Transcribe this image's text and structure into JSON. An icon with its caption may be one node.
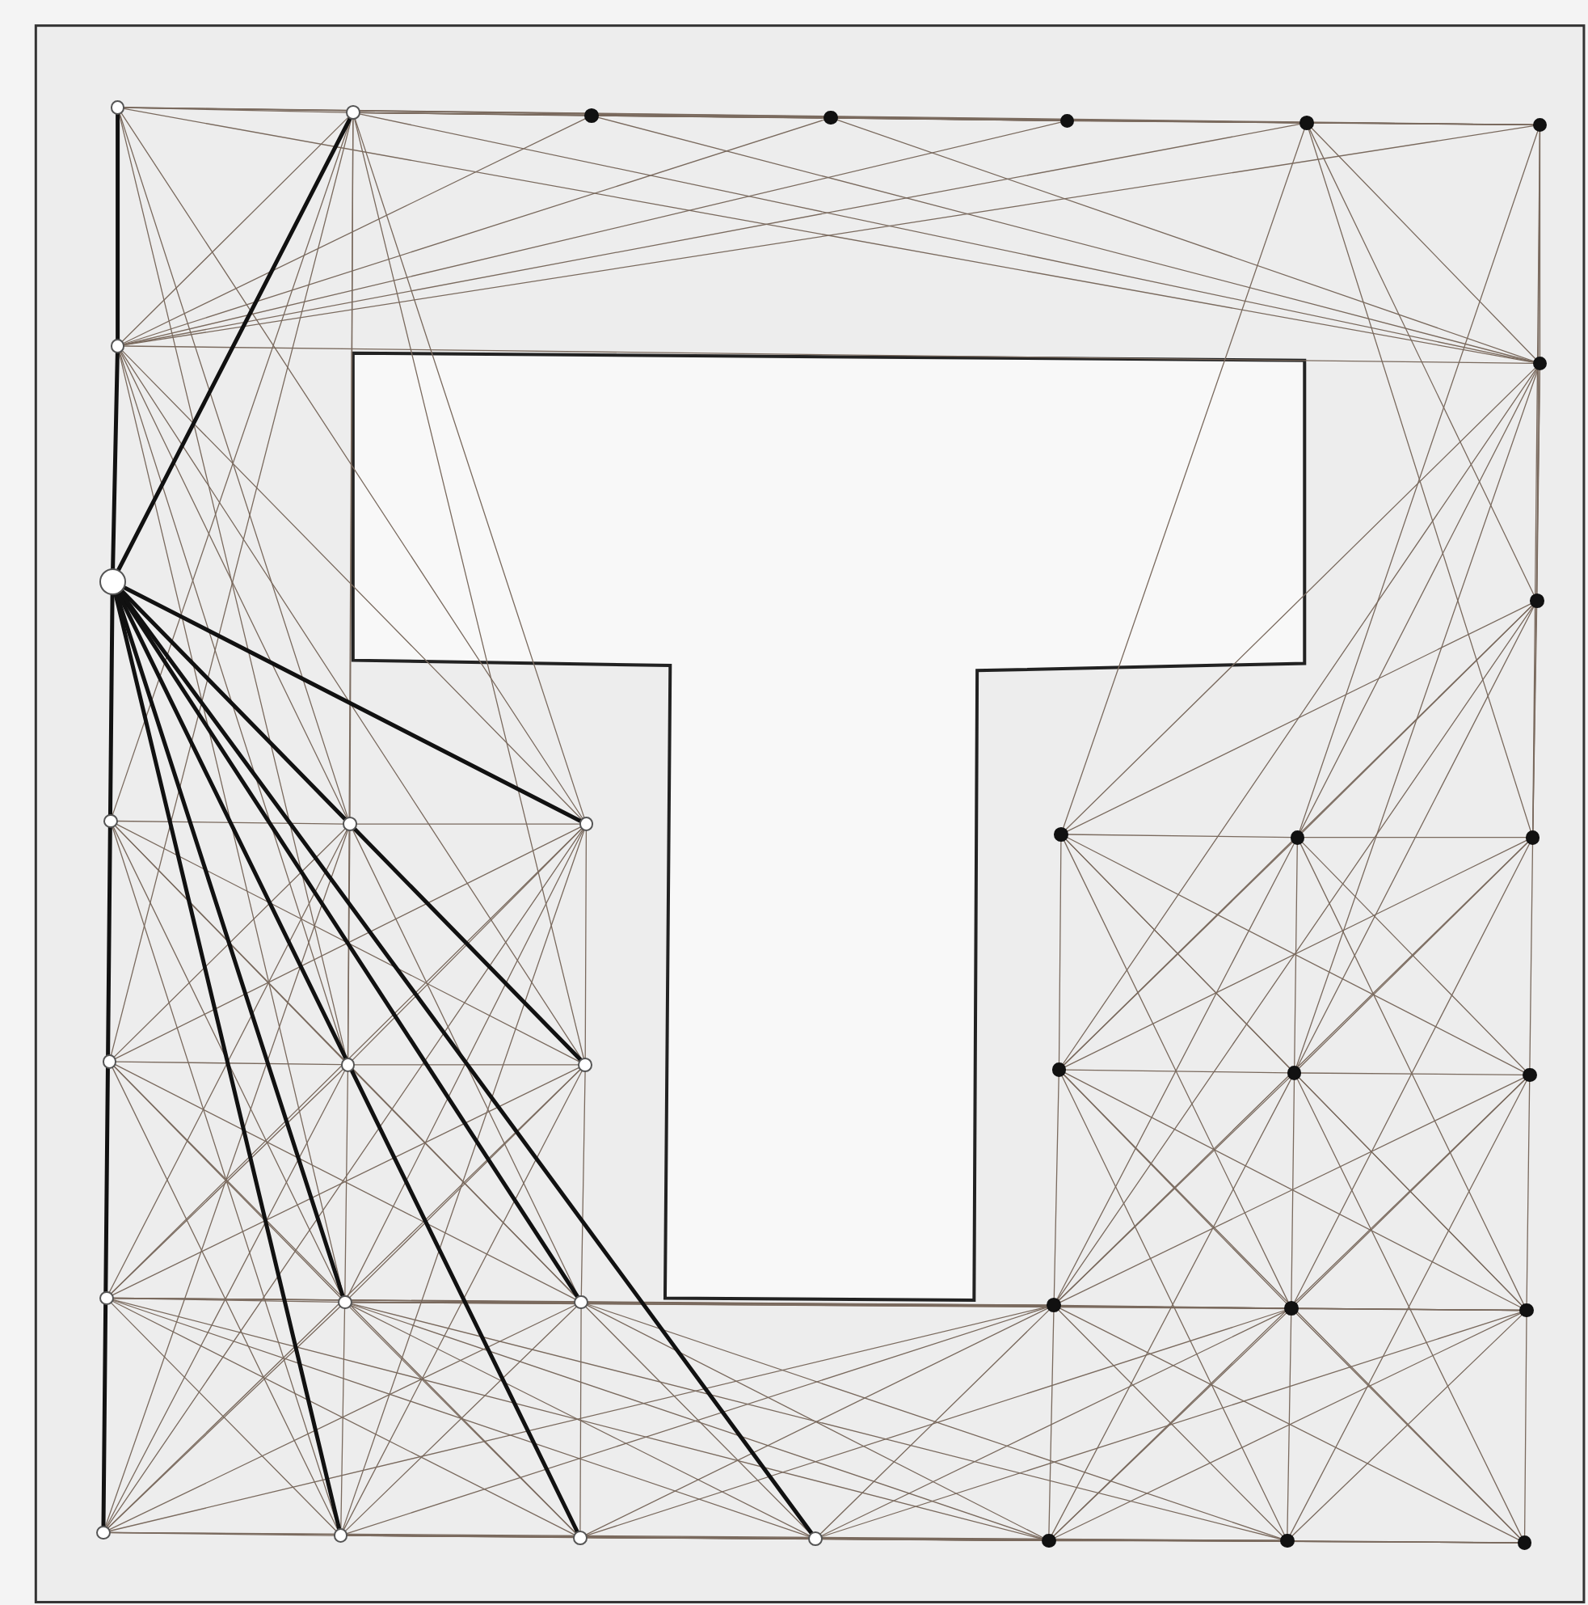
{
  "diagram": {
    "nodes": [
      {
        "text": [],
        "shape": "circle"
      },
      {
        "text": [],
        "shape": "circle"
      },
      {
        "text": [],
        "shape": "dot"
      },
      {
        "text": [],
        "shape": "dot"
      },
      {
        "text": [],
        "shape": "dot"
      },
      {
        "text": [],
        "shape": "dot"
      },
      {
        "text": [],
        "shape": "dot"
      },
      {
        "text": [],
        "shape": "circle"
      },
      {
        "text": [],
        "shape": "circle"
      },
      {
        "text": [],
        "shape": "circle"
      },
      {
        "text": [],
        "shape": "circle"
      },
      {
        "text": [],
        "shape": "circle"
      },
      {
        "text": [],
        "shape": "circle"
      },
      {
        "text": [],
        "shape": "circle"
      },
      {
        "text": [],
        "shape": "circle"
      },
      {
        "text": [],
        "shape": "circle"
      },
      {
        "text": [],
        "shape": "circle"
      },
      {
        "text": [],
        "shape": "circle"
      },
      {
        "text": [],
        "shape": "circle"
      },
      {
        "text": [],
        "shape": "circle"
      },
      {
        "text": [],
        "shape": "circle"
      },
      {
        "text": [],
        "shape": "circle"
      },
      {
        "text": [],
        "shape": "dot"
      },
      {
        "text": [],
        "shape": "dot"
      },
      {
        "text": [],
        "shape": "dot"
      },
      {
        "text": [],
        "shape": "dot"
      },
      {
        "text": [],
        "shape": "dot"
      },
      {
        "text": [],
        "shape": "dot"
      },
      {
        "text": [],
        "shape": "dot"
      },
      {
        "text": [],
        "shape": "dot"
      },
      {
        "text": [],
        "shape": "dot"
      },
      {
        "text": [],
        "shape": "dot"
      },
      {
        "text": [],
        "shape": "dot"
      },
      {
        "text": [],
        "shape": "dot"
      },
      {
        "text": [],
        "shape": "dot"
      },
      {
        "text": [],
        "shape": "dot"
      }
    ],
    "edges": [
      {
        "from": 0,
        "to": 7,
        "arrow": "none",
        "style": "thick",
        "color": "#111111"
      },
      {
        "from": 7,
        "to": 8,
        "arrow": "none",
        "style": "thick",
        "color": "#111111"
      },
      {
        "from": 8,
        "to": 1,
        "arrow": "none",
        "style": "thick",
        "color": "#111111"
      },
      {
        "from": 8,
        "to": 11,
        "arrow": "none",
        "style": "thick",
        "color": "#111111"
      },
      {
        "from": 8,
        "to": 14,
        "arrow": "none",
        "style": "thick",
        "color": "#111111"
      },
      {
        "from": 8,
        "to": 16,
        "arrow": "none",
        "style": "thick",
        "color": "#111111"
      },
      {
        "from": 8,
        "to": 17,
        "arrow": "none",
        "style": "thick",
        "color": "#111111"
      },
      {
        "from": 8,
        "to": 19,
        "arrow": "none",
        "style": "thick",
        "color": "#111111"
      },
      {
        "from": 8,
        "to": 20,
        "arrow": "none",
        "style": "thick",
        "color": "#111111"
      },
      {
        "from": 8,
        "to": 21,
        "arrow": "none",
        "style": "thick",
        "color": "#111111"
      },
      {
        "from": 8,
        "to": 18,
        "arrow": "none",
        "style": "thick",
        "color": "#111111"
      },
      {
        "from": 0,
        "to": 1,
        "arrow": "none"
      },
      {
        "from": 1,
        "to": 2,
        "arrow": "none"
      },
      {
        "from": 2,
        "to": 3,
        "arrow": "none"
      },
      {
        "from": 3,
        "to": 4,
        "arrow": "none"
      },
      {
        "from": 4,
        "to": 5,
        "arrow": "none"
      },
      {
        "from": 5,
        "to": 6,
        "arrow": "none"
      },
      {
        "from": 6,
        "to": 22,
        "arrow": "none"
      },
      {
        "from": 22,
        "to": 23,
        "arrow": "none"
      },
      {
        "from": 9,
        "to": 10,
        "arrow": "none"
      },
      {
        "from": 10,
        "to": 11,
        "arrow": "none"
      },
      {
        "from": 12,
        "to": 13,
        "arrow": "none"
      },
      {
        "from": 13,
        "to": 14,
        "arrow": "none"
      },
      {
        "from": 15,
        "to": 16,
        "arrow": "none"
      },
      {
        "from": 16,
        "to": 17,
        "arrow": "none"
      },
      {
        "from": 18,
        "to": 19,
        "arrow": "none"
      },
      {
        "from": 19,
        "to": 20,
        "arrow": "none"
      },
      {
        "from": 20,
        "to": 21,
        "arrow": "none"
      },
      {
        "from": 21,
        "to": 33,
        "arrow": "none"
      },
      {
        "from": 10,
        "to": 13,
        "arrow": "none"
      },
      {
        "from": 13,
        "to": 16,
        "arrow": "none"
      },
      {
        "from": 16,
        "to": 19,
        "arrow": "none"
      },
      {
        "from": 11,
        "to": 14,
        "arrow": "none"
      },
      {
        "from": 14,
        "to": 17,
        "arrow": "none"
      },
      {
        "from": 17,
        "to": 20,
        "arrow": "none"
      },
      {
        "from": 24,
        "to": 25,
        "arrow": "none"
      },
      {
        "from": 25,
        "to": 26,
        "arrow": "none"
      },
      {
        "from": 27,
        "to": 28,
        "arrow": "none"
      },
      {
        "from": 28,
        "to": 29,
        "arrow": "none"
      },
      {
        "from": 30,
        "to": 31,
        "arrow": "none"
      },
      {
        "from": 31,
        "to": 32,
        "arrow": "none"
      },
      {
        "from": 33,
        "to": 34,
        "arrow": "none"
      },
      {
        "from": 34,
        "to": 35,
        "arrow": "none"
      },
      {
        "from": 24,
        "to": 27,
        "arrow": "none"
      },
      {
        "from": 27,
        "to": 30,
        "arrow": "none"
      },
      {
        "from": 30,
        "to": 33,
        "arrow": "none"
      },
      {
        "from": 25,
        "to": 28,
        "arrow": "none"
      },
      {
        "from": 28,
        "to": 31,
        "arrow": "none"
      },
      {
        "from": 31,
        "to": 34,
        "arrow": "none"
      },
      {
        "from": 26,
        "to": 29,
        "arrow": "none"
      },
      {
        "from": 29,
        "to": 32,
        "arrow": "none"
      },
      {
        "from": 32,
        "to": 35,
        "arrow": "none"
      },
      {
        "from": 0,
        "to": 4,
        "arrow": "none"
      },
      {
        "from": 0,
        "to": 5,
        "arrow": "none"
      },
      {
        "from": 0,
        "to": 6,
        "arrow": "none"
      },
      {
        "from": 1,
        "to": 4,
        "arrow": "none"
      },
      {
        "from": 1,
        "to": 5,
        "arrow": "none"
      },
      {
        "from": 1,
        "to": 6,
        "arrow": "none"
      },
      {
        "from": 2,
        "to": 5,
        "arrow": "none"
      },
      {
        "from": 2,
        "to": 6,
        "arrow": "none"
      },
      {
        "from": 3,
        "to": 6,
        "arrow": "none"
      },
      {
        "from": 7,
        "to": 2,
        "arrow": "none"
      },
      {
        "from": 7,
        "to": 3,
        "arrow": "none"
      },
      {
        "from": 7,
        "to": 4,
        "arrow": "none"
      },
      {
        "from": 7,
        "to": 5,
        "arrow": "none"
      },
      {
        "from": 7,
        "to": 6,
        "arrow": "none"
      },
      {
        "from": 7,
        "to": 22,
        "arrow": "none"
      },
      {
        "from": 0,
        "to": 22,
        "arrow": "none"
      },
      {
        "from": 1,
        "to": 22,
        "arrow": "none"
      },
      {
        "from": 2,
        "to": 22,
        "arrow": "none"
      },
      {
        "from": 3,
        "to": 22,
        "arrow": "none"
      },
      {
        "from": 1,
        "to": 7,
        "arrow": "none"
      },
      {
        "from": 6,
        "to": 23,
        "arrow": "none"
      },
      {
        "from": 5,
        "to": 22,
        "arrow": "none"
      },
      {
        "from": 5,
        "to": 23,
        "arrow": "none"
      },
      {
        "from": 22,
        "to": 24,
        "arrow": "none"
      },
      {
        "from": 22,
        "to": 25,
        "arrow": "none"
      },
      {
        "from": 22,
        "to": 26,
        "arrow": "none"
      },
      {
        "from": 23,
        "to": 24,
        "arrow": "none"
      },
      {
        "from": 23,
        "to": 25,
        "arrow": "none"
      },
      {
        "from": 23,
        "to": 26,
        "arrow": "none"
      },
      {
        "from": 6,
        "to": 25,
        "arrow": "none"
      },
      {
        "from": 6,
        "to": 26,
        "arrow": "none"
      },
      {
        "from": 5,
        "to": 26,
        "arrow": "none"
      },
      {
        "from": 5,
        "to": 24,
        "arrow": "none"
      },
      {
        "from": 22,
        "to": 27,
        "arrow": "none"
      },
      {
        "from": 22,
        "to": 28,
        "arrow": "none"
      },
      {
        "from": 23,
        "to": 27,
        "arrow": "none"
      },
      {
        "from": 23,
        "to": 28,
        "arrow": "none"
      },
      {
        "from": 23,
        "to": 30,
        "arrow": "none"
      },
      {
        "from": 0,
        "to": 10,
        "arrow": "none"
      },
      {
        "from": 0,
        "to": 11,
        "arrow": "none"
      },
      {
        "from": 0,
        "to": 13,
        "arrow": "none"
      },
      {
        "from": 1,
        "to": 9,
        "arrow": "none"
      },
      {
        "from": 1,
        "to": 10,
        "arrow": "none"
      },
      {
        "from": 1,
        "to": 11,
        "arrow": "none"
      },
      {
        "from": 1,
        "to": 12,
        "arrow": "none"
      },
      {
        "from": 1,
        "to": 13,
        "arrow": "none"
      },
      {
        "from": 1,
        "to": 14,
        "arrow": "none"
      },
      {
        "from": 7,
        "to": 10,
        "arrow": "none"
      },
      {
        "from": 7,
        "to": 11,
        "arrow": "none"
      },
      {
        "from": 7,
        "to": 13,
        "arrow": "none"
      },
      {
        "from": 7,
        "to": 14,
        "arrow": "none"
      },
      {
        "from": 7,
        "to": 16,
        "arrow": "none"
      },
      {
        "from": 9,
        "to": 13,
        "arrow": "none"
      },
      {
        "from": 9,
        "to": 14,
        "arrow": "none"
      },
      {
        "from": 10,
        "to": 12,
        "arrow": "none"
      },
      {
        "from": 11,
        "to": 13,
        "arrow": "none"
      },
      {
        "from": 11,
        "to": 12,
        "arrow": "none"
      },
      {
        "from": 12,
        "to": 16,
        "arrow": "none"
      },
      {
        "from": 12,
        "to": 17,
        "arrow": "none"
      },
      {
        "from": 13,
        "to": 15,
        "arrow": "none"
      },
      {
        "from": 13,
        "to": 17,
        "arrow": "none"
      },
      {
        "from": 14,
        "to": 15,
        "arrow": "none"
      },
      {
        "from": 14,
        "to": 16,
        "arrow": "none"
      },
      {
        "from": 15,
        "to": 19,
        "arrow": "none"
      },
      {
        "from": 15,
        "to": 20,
        "arrow": "none"
      },
      {
        "from": 15,
        "to": 21,
        "arrow": "none"
      },
      {
        "from": 16,
        "to": 18,
        "arrow": "none"
      },
      {
        "from": 16,
        "to": 20,
        "arrow": "none"
      },
      {
        "from": 16,
        "to": 21,
        "arrow": "none"
      },
      {
        "from": 17,
        "to": 18,
        "arrow": "none"
      },
      {
        "from": 17,
        "to": 19,
        "arrow": "none"
      },
      {
        "from": 17,
        "to": 21,
        "arrow": "none"
      },
      {
        "from": 9,
        "to": 16,
        "arrow": "none"
      },
      {
        "from": 9,
        "to": 17,
        "arrow": "none"
      },
      {
        "from": 10,
        "to": 15,
        "arrow": "none"
      },
      {
        "from": 10,
        "to": 17,
        "arrow": "none"
      },
      {
        "from": 11,
        "to": 15,
        "arrow": "none"
      },
      {
        "from": 11,
        "to": 16,
        "arrow": "none"
      },
      {
        "from": 12,
        "to": 19,
        "arrow": "none"
      },
      {
        "from": 12,
        "to": 20,
        "arrow": "none"
      },
      {
        "from": 13,
        "to": 18,
        "arrow": "none"
      },
      {
        "from": 14,
        "to": 18,
        "arrow": "none"
      },
      {
        "from": 14,
        "to": 19,
        "arrow": "none"
      },
      {
        "from": 9,
        "to": 19,
        "arrow": "none"
      },
      {
        "from": 10,
        "to": 18,
        "arrow": "none"
      },
      {
        "from": 11,
        "to": 18,
        "arrow": "none"
      },
      {
        "from": 11,
        "to": 19,
        "arrow": "none"
      },
      {
        "from": 15,
        "to": 30,
        "arrow": "none"
      },
      {
        "from": 15,
        "to": 31,
        "arrow": "none"
      },
      {
        "from": 15,
        "to": 32,
        "arrow": "none"
      },
      {
        "from": 16,
        "to": 30,
        "arrow": "none"
      },
      {
        "from": 16,
        "to": 31,
        "arrow": "none"
      },
      {
        "from": 16,
        "to": 32,
        "arrow": "none"
      },
      {
        "from": 17,
        "to": 30,
        "arrow": "none"
      },
      {
        "from": 17,
        "to": 31,
        "arrow": "none"
      },
      {
        "from": 17,
        "to": 32,
        "arrow": "none"
      },
      {
        "from": 18,
        "to": 33,
        "arrow": "none"
      },
      {
        "from": 18,
        "to": 34,
        "arrow": "none"
      },
      {
        "from": 19,
        "to": 33,
        "arrow": "none"
      },
      {
        "from": 19,
        "to": 34,
        "arrow": "none"
      },
      {
        "from": 19,
        "to": 35,
        "arrow": "none"
      },
      {
        "from": 20,
        "to": 33,
        "arrow": "none"
      },
      {
        "from": 20,
        "to": 34,
        "arrow": "none"
      },
      {
        "from": 20,
        "to": 35,
        "arrow": "none"
      },
      {
        "from": 21,
        "to": 34,
        "arrow": "none"
      },
      {
        "from": 21,
        "to": 35,
        "arrow": "none"
      },
      {
        "from": 15,
        "to": 33,
        "arrow": "none"
      },
      {
        "from": 16,
        "to": 33,
        "arrow": "none"
      },
      {
        "from": 17,
        "to": 33,
        "arrow": "none"
      },
      {
        "from": 21,
        "to": 30,
        "arrow": "none"
      },
      {
        "from": 21,
        "to": 31,
        "arrow": "none"
      },
      {
        "from": 21,
        "to": 32,
        "arrow": "none"
      },
      {
        "from": 18,
        "to": 30,
        "arrow": "none"
      },
      {
        "from": 19,
        "to": 30,
        "arrow": "none"
      },
      {
        "from": 20,
        "to": 30,
        "arrow": "none"
      },
      {
        "from": 20,
        "to": 31,
        "arrow": "none"
      },
      {
        "from": 17,
        "to": 34,
        "arrow": "none"
      },
      {
        "from": 16,
        "to": 34,
        "arrow": "none"
      },
      {
        "from": 24,
        "to": 28,
        "arrow": "none"
      },
      {
        "from": 24,
        "to": 29,
        "arrow": "none"
      },
      {
        "from": 25,
        "to": 27,
        "arrow": "none"
      },
      {
        "from": 25,
        "to": 29,
        "arrow": "none"
      },
      {
        "from": 26,
        "to": 27,
        "arrow": "none"
      },
      {
        "from": 26,
        "to": 28,
        "arrow": "none"
      },
      {
        "from": 27,
        "to": 31,
        "arrow": "none"
      },
      {
        "from": 27,
        "to": 32,
        "arrow": "none"
      },
      {
        "from": 28,
        "to": 30,
        "arrow": "none"
      },
      {
        "from": 28,
        "to": 32,
        "arrow": "none"
      },
      {
        "from": 29,
        "to": 30,
        "arrow": "none"
      },
      {
        "from": 29,
        "to": 31,
        "arrow": "none"
      },
      {
        "from": 30,
        "to": 34,
        "arrow": "none"
      },
      {
        "from": 30,
        "to": 35,
        "arrow": "none"
      },
      {
        "from": 31,
        "to": 33,
        "arrow": "none"
      },
      {
        "from": 31,
        "to": 35,
        "arrow": "none"
      },
      {
        "from": 32,
        "to": 33,
        "arrow": "none"
      },
      {
        "from": 32,
        "to": 34,
        "arrow": "none"
      },
      {
        "from": 24,
        "to": 31,
        "arrow": "none"
      },
      {
        "from": 24,
        "to": 32,
        "arrow": "none"
      },
      {
        "from": 25,
        "to": 30,
        "arrow": "none"
      },
      {
        "from": 25,
        "to": 32,
        "arrow": "none"
      },
      {
        "from": 26,
        "to": 30,
        "arrow": "none"
      },
      {
        "from": 26,
        "to": 31,
        "arrow": "none"
      },
      {
        "from": 27,
        "to": 34,
        "arrow": "none"
      },
      {
        "from": 27,
        "to": 35,
        "arrow": "none"
      },
      {
        "from": 28,
        "to": 33,
        "arrow": "none"
      },
      {
        "from": 28,
        "to": 35,
        "arrow": "none"
      },
      {
        "from": 29,
        "to": 33,
        "arrow": "none"
      },
      {
        "from": 29,
        "to": 34,
        "arrow": "none"
      }
    ]
  }
}
